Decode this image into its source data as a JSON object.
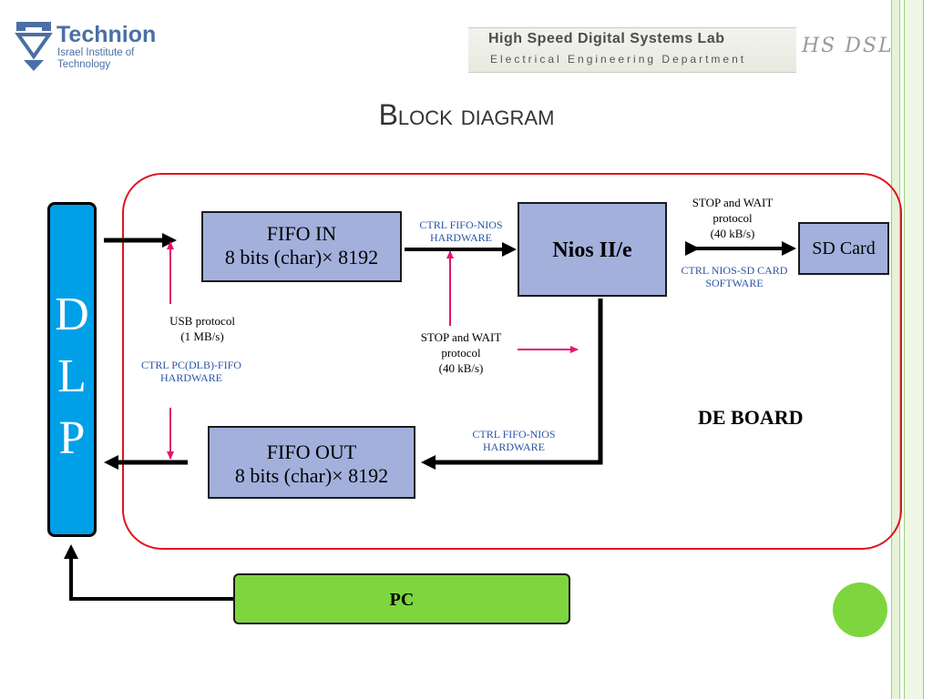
{
  "header": {
    "technion_name": "Technion",
    "technion_sub": "Israel Institute of Technology",
    "lab_title": "High Speed Digital Systems Lab",
    "lab_dept": "Electrical Engineering Department",
    "lab_mark": "HS DSL"
  },
  "slide": {
    "title": "Block diagram"
  },
  "blocks": {
    "dlp_letters": [
      "D",
      "L",
      "P"
    ],
    "fifo_in_line1": "FIFO IN",
    "fifo_in_line2": "8 bits (char)× 8192",
    "fifo_out_line1": "FIFO OUT",
    "fifo_out_line2": "8 bits (char)× 8192",
    "nios": "Nios II/e",
    "sdcard": "SD Card",
    "pc": "PC",
    "de_board": "DE BOARD"
  },
  "labels": {
    "ctrl_fifo_nios_top_1": "CTRL FIFO-NIOS",
    "ctrl_fifo_nios_top_2": "HARDWARE",
    "stop_wait_top_1": "STOP and WAIT",
    "stop_wait_top_2": "protocol",
    "stop_wait_top_3": "(40 kB/s)",
    "ctrl_nios_sd_1": "CTRL NIOS-SD CARD",
    "ctrl_nios_sd_2": "SOFTWARE",
    "usb_1": "USB protocol",
    "usb_2": "(1 MB/s)",
    "ctrl_pc_fifo_1": "CTRL PC(DLB)-FIFO",
    "ctrl_pc_fifo_2": "HARDWARE",
    "stop_wait_mid_1": "STOP and WAIT",
    "stop_wait_mid_2": "protocol",
    "stop_wait_mid_3": "(40 kB/s)",
    "ctrl_fifo_nios_bot_1": "CTRL FIFO-NIOS",
    "ctrl_fifo_nios_bot_2": "HARDWARE"
  },
  "colors": {
    "board_outline": "#e0141e",
    "dlp_fill": "#00a0e8",
    "block_fill": "#a3b0dc",
    "pc_fill": "#7ed63e",
    "label_blue": "#2b55a4",
    "ctrl_arrow": "#e0146e"
  }
}
